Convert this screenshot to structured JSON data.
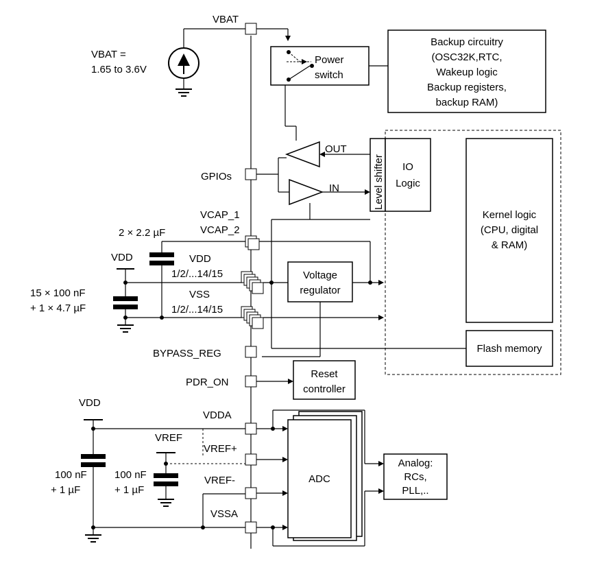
{
  "pins": {
    "vbat": "VBAT",
    "gpios": "GPIOs",
    "vcap1": "VCAP_1",
    "vcap2": "VCAP_2",
    "vdd": "VDD",
    "vdd_range": "1/2/...14/15",
    "vss": "VSS",
    "vss_range": "1/2/...14/15",
    "bypass_reg": "BYPASS_REG",
    "pdr_on": "PDR_ON",
    "vdda": "VDDA",
    "vref_plus": "VREF+",
    "vref_minus": "VREF-",
    "vssa": "VSSA"
  },
  "labels": {
    "vbat_range_1": "VBAT =",
    "vbat_range_2": "1.65 to 3.6V",
    "vcap_caps": "2 × 2.2 µF",
    "vdd_supply": "VDD",
    "vdd_caps_1": "15 × 100 nF",
    "vdd_caps_2": "+ 1 × 4.7 µF",
    "vdda_supply": "VDD",
    "vdda_caps_1": "100 nF",
    "vdda_caps_2": "+ 1 µF",
    "vref_supply": "VREF",
    "vref_caps_1": "100 nF",
    "vref_caps_2": "+ 1 µF",
    "out": "OUT",
    "in": "IN"
  },
  "blocks": {
    "power_switch_1": "Power",
    "power_switch_2": "switch",
    "backup_1": "Backup circuitry",
    "backup_2": "(OSC32K,RTC,",
    "backup_3": "Wakeup logic",
    "backup_4": "Backup registers,",
    "backup_5": "backup RAM)",
    "level_shifter": "Level shifter",
    "io_logic_1": "IO",
    "io_logic_2": "Logic",
    "kernel_1": "Kernel logic",
    "kernel_2": "(CPU, digital",
    "kernel_3": "& RAM)",
    "vreg_1": "Voltage",
    "vreg_2": "regulator",
    "flash": "Flash memory",
    "reset_1": "Reset",
    "reset_2": "controller",
    "adc": "ADC",
    "analog_1": "Analog:",
    "analog_2": "RCs,",
    "analog_3": "PLL,.."
  }
}
